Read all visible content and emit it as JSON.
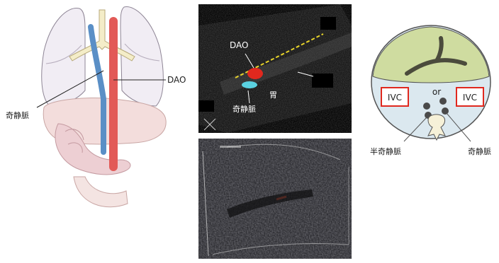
{
  "anatomy": {
    "label_dao": "DAO",
    "label_azygos": "奇静脈"
  },
  "ultrasound_top": {
    "label_dao": "DAO",
    "label_azygos": "奇静脈",
    "label_stomach": "胃",
    "colors": {
      "dao_marker": "#e0281e",
      "azygos_marker": "#5ad1e0",
      "guide_line": "#e8d42a"
    }
  },
  "ultrasound_bottom": {},
  "cross_section": {
    "label_ivc_left": "IVC",
    "label_or": "or",
    "label_ivc_right": "IVC",
    "label_hemiazygos": "半奇静脈",
    "label_azygos": "奇静脈",
    "colors": {
      "liver": "#cfdca0",
      "body": "#dbe8ef",
      "highlight_box": "#e0281e"
    }
  },
  "colors": {
    "aorta": "#e25a57",
    "vein": "#5a8fc6",
    "lung": "#f1edf4",
    "liver": "#f3dddc"
  }
}
